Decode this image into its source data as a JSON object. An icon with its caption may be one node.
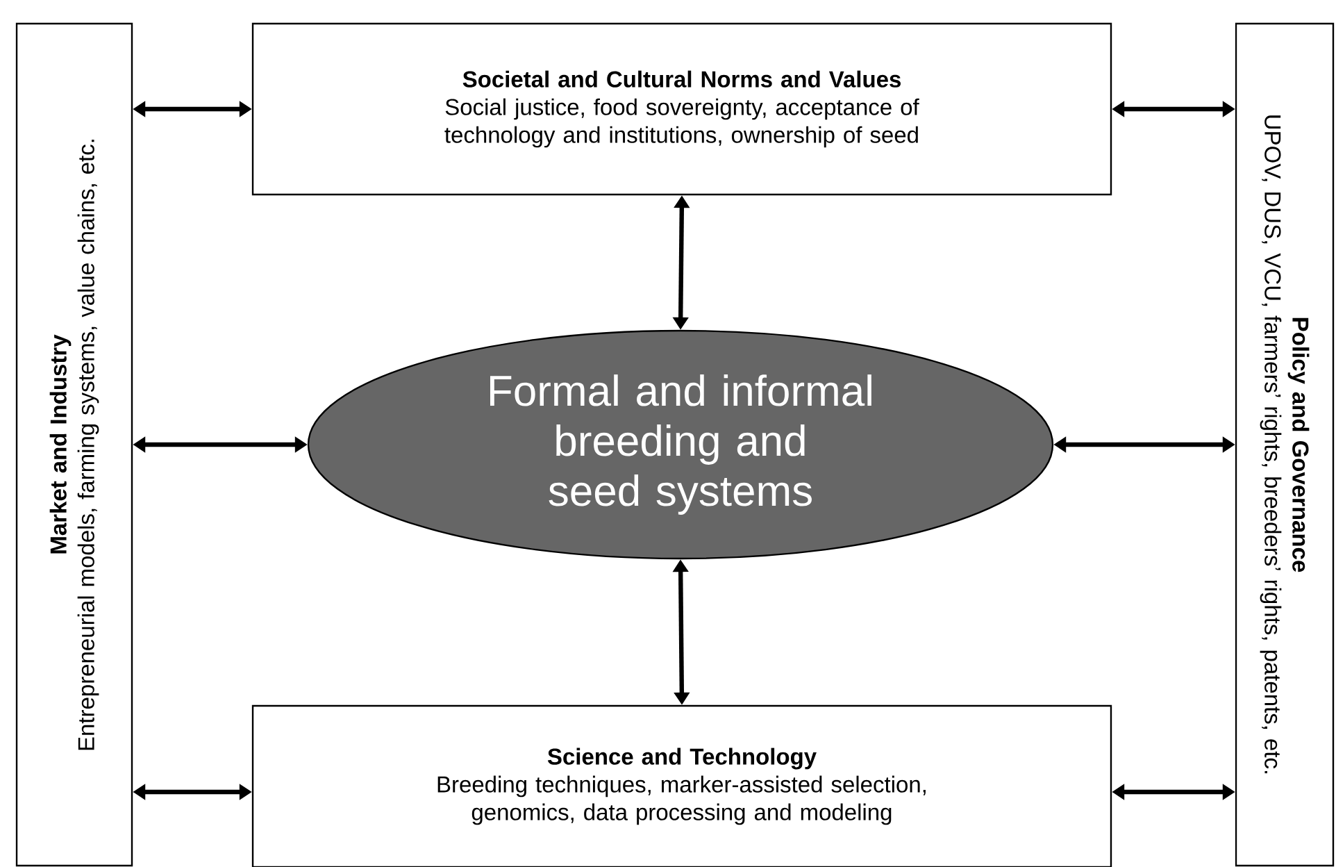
{
  "diagram": {
    "nodes": [
      {
        "text": [
          "Societal and Cultural Norms and Values",
          "Social justice, food sovereignty, acceptance of technology and institutions, ownership of seed"
        ]
      },
      {
        "text": [
          "Market and Industry",
          "Entrepreneurial models, farming systems, value chains, etc."
        ]
      },
      {
        "text": [
          "Formal and informal breeding and seed systems"
        ]
      },
      {
        "text": [
          "Policy and Governance",
          "UPOV, DUS, VCU, farmers’ rights, breeders’ rights, patents, etc."
        ]
      },
      {
        "text": [
          "Science and Technology",
          "Breeding techniques, marker-assisted selection, genomics, data processing and modeling"
        ]
      }
    ],
    "edges": [
      {
        "from": 1,
        "to": 0,
        "arrow": "both"
      },
      {
        "from": 0,
        "to": 3,
        "arrow": "both"
      },
      {
        "from": 0,
        "to": 2,
        "arrow": "both"
      },
      {
        "from": 1,
        "to": 2,
        "arrow": "both"
      },
      {
        "from": 2,
        "to": 3,
        "arrow": "both"
      },
      {
        "from": 2,
        "to": 4,
        "arrow": "both"
      },
      {
        "from": 1,
        "to": 4,
        "arrow": "both"
      },
      {
        "from": 4,
        "to": 3,
        "arrow": "both"
      }
    ]
  }
}
